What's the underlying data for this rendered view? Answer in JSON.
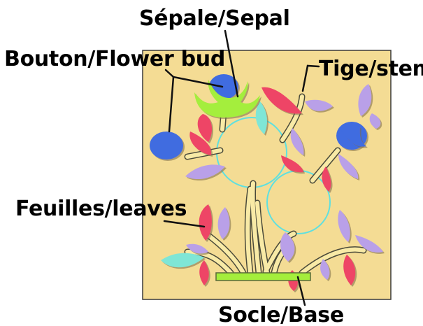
{
  "labels": {
    "sepal": "Sépale/Sepal",
    "flower_bud": "Bouton/Flower bud",
    "stem": "Tige/stem",
    "leaves": "Feuilles/leaves",
    "base": "Socle/Base"
  },
  "colors": {
    "background_panel": "#f4dc94",
    "panel_border": "#3a3a3a",
    "leaf_red": "#ee4466",
    "leaf_purple": "#b9a0e8",
    "leaf_cyan": "#7fe6d6",
    "bud_blue": "#3f6ce0",
    "sepal_green": "#a4ee3c",
    "base_green": "#a4ee3c",
    "stem_fill": "#f8eaa6",
    "circle_outline": "#5ee0e0",
    "leader_line": "#111111"
  }
}
